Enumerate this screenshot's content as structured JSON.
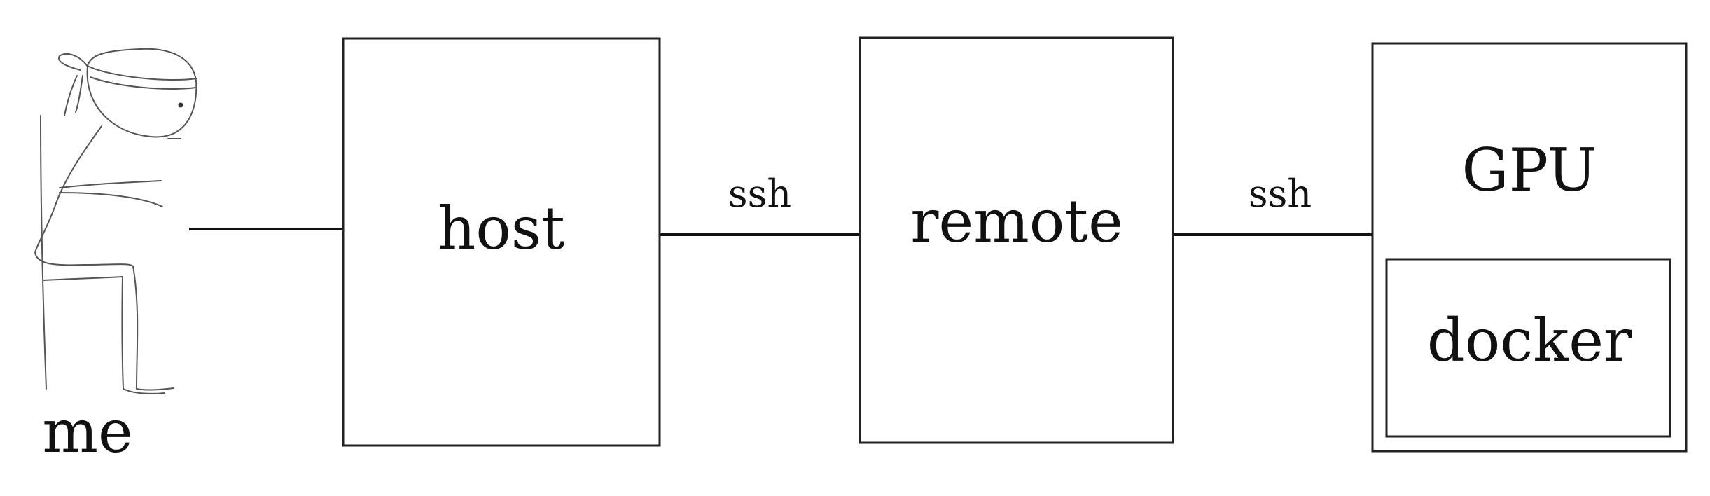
{
  "diagram": {
    "person_label": "me",
    "nodes": {
      "host": "host",
      "remote": "remote",
      "gpu": "GPU",
      "docker": "docker"
    },
    "edges": {
      "host_remote": "ssh",
      "remote_gpu": "ssh"
    }
  }
}
